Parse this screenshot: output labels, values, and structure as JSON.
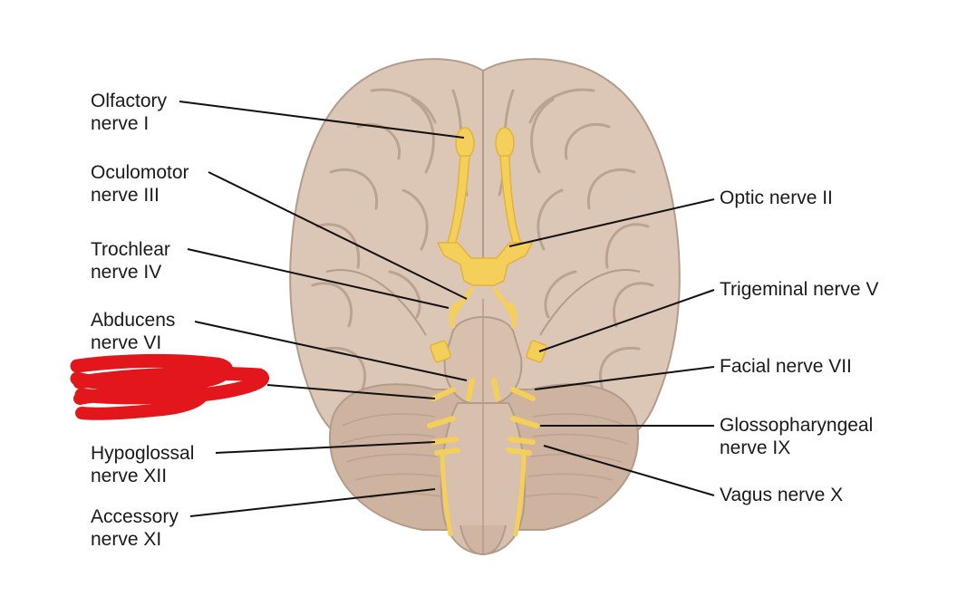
{
  "colors": {
    "brain": "#dcc6b6",
    "brain_outline": "#b49c8a",
    "brain_folds": "#bba391",
    "cerebellum": "#cdb3a0",
    "nerve": "#f4cf5a",
    "nerve_dark": "#e2b33c",
    "leader_line": "#111111",
    "redaction_scribble": "#e3171b"
  },
  "labels_left": [
    {
      "line1": "Olfactory",
      "line2": "nerve I"
    },
    {
      "line1": "Oculomotor",
      "line2": "nerve III"
    },
    {
      "line1": "Trochlear",
      "line2": "nerve IV"
    },
    {
      "line1": "Abducens",
      "line2": "nerve VI"
    },
    {
      "line1": "Hypoglossal",
      "line2": "nerve XII"
    },
    {
      "line1": "Accessory",
      "line2": "nerve XI"
    }
  ],
  "labels_right": [
    {
      "line1": "Optic nerve II",
      "line2": ""
    },
    {
      "line1": "Trigeminal nerve V",
      "line2": ""
    },
    {
      "line1": "Facial nerve VII",
      "line2": ""
    },
    {
      "line1": "Glossopharyngeal",
      "line2": "nerve IX"
    },
    {
      "line1": "Vagus nerve X",
      "line2": ""
    }
  ],
  "redacted_label": {
    "visible_fragment": ""
  }
}
